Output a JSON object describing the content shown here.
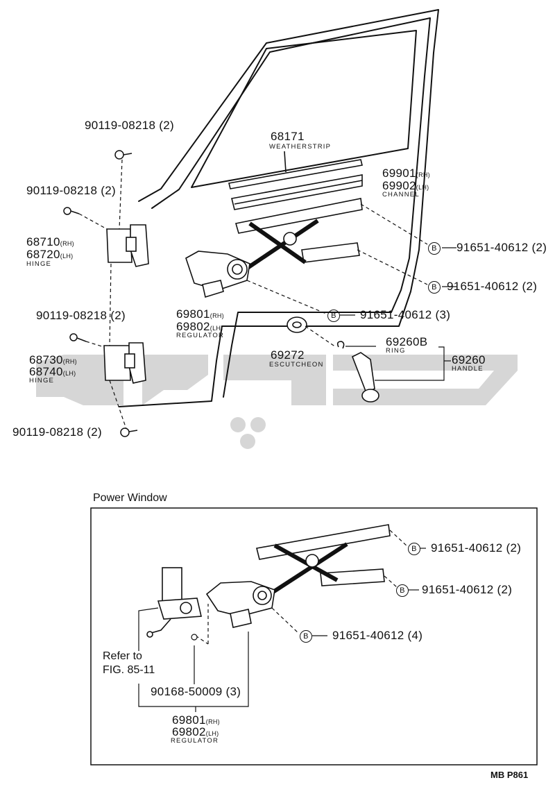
{
  "colors": {
    "ink": "#111111",
    "watermark": "#d6d6d6",
    "paper": "#ffffff"
  },
  "labels": {
    "bolt_top": "90119-08218 (2)",
    "bolt_upper_hinge": "90119-08218 (2)",
    "bolt_lower_hinge": "90119-08218 (2)",
    "bolt_bottom": "90119-08218 (2)",
    "weatherstrip_no": "68171",
    "weatherstrip_name": "WEATHERSTRIP",
    "channel_rh": "69901",
    "channel_lh": "69902",
    "channel_name": "CHANNEL",
    "rh": "(RH)",
    "lh": "(LH)",
    "upper_hinge_rh": "68710",
    "upper_hinge_lh": "68720",
    "hinge_name": "HINGE",
    "lower_hinge_rh": "68730",
    "lower_hinge_lh": "68740",
    "regulator_rh": "69801",
    "regulator_lh": "69802",
    "regulator_name": "REGULATOR",
    "escutcheon_no": "69272",
    "escutcheon_name": "ESCUTCHEON",
    "ring_no": "69260B",
    "ring_name": "RING",
    "handle_no": "69260",
    "handle_name": "HANDLE",
    "b_marker": "B",
    "bolt_91651_a": "91651-40612 (2)",
    "bolt_91651_b": "91651-40612 (2)",
    "bolt_91651_c": "91651-40612 (3)",
    "power_window_title": "Power Window",
    "pw_bolt_1": "91651-40612 (2)",
    "pw_bolt_2": "91651-40612 (2)",
    "pw_bolt_3": "91651-40612 (4)",
    "refer_line1": "Refer to",
    "refer_line2": "FIG. 85-11",
    "pw_screw": "90168-50009 (3)",
    "pw_regulator_rh": "69801",
    "pw_regulator_lh": "69802",
    "pw_regulator_name": "REGULATOR",
    "figure_code": "MB P861"
  }
}
